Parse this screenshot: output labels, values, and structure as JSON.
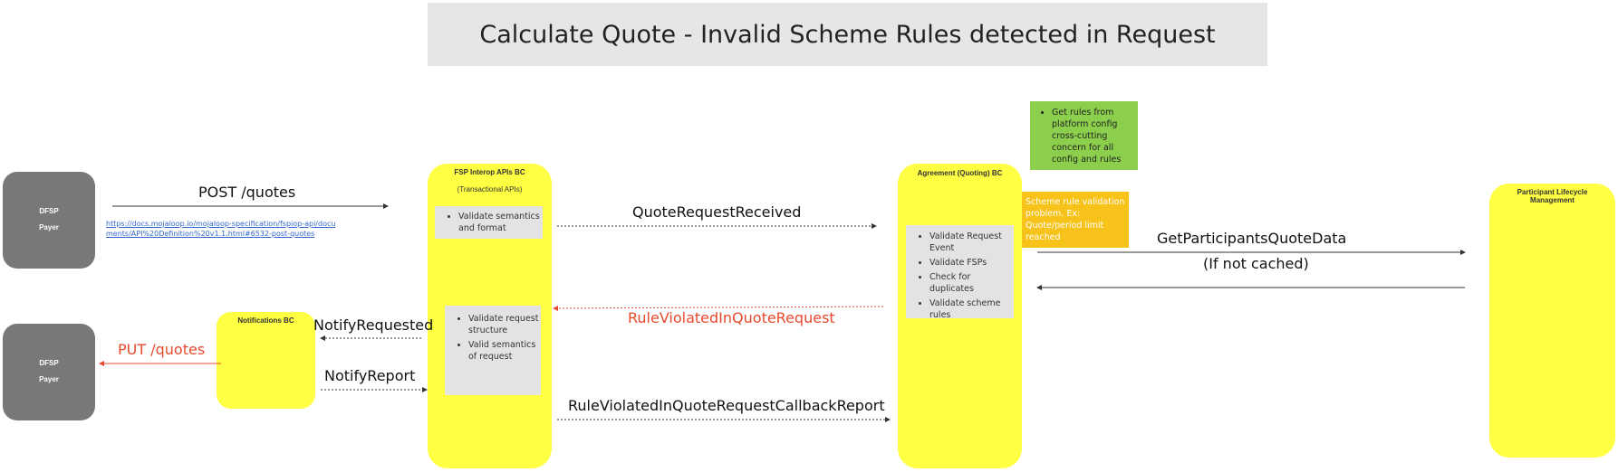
{
  "title": "Calculate Quote - Invalid Scheme Rules detected in Request",
  "actors": {
    "payer_top": {
      "line1": "DFSP",
      "line2": "Payer"
    },
    "payer_bottom": {
      "line1": "DFSP",
      "line2": "Payer"
    }
  },
  "bounded_contexts": {
    "fsp_interop": {
      "title": "FSP Interop APIs BC",
      "subtitle": "(Transactional APIs)"
    },
    "notifications": {
      "title": "Notifications BC"
    },
    "agreement": {
      "title": "Agreement (Quoting) BC"
    },
    "participant": {
      "title": "Participant Lifecycle Management"
    }
  },
  "boxes": {
    "fsp_validate_top": [
      "Validate semantics and format"
    ],
    "fsp_validate_bottom": [
      "Validate request structure",
      "Valid semantics of request"
    ],
    "agreement_validate": [
      "Validate Request Event",
      "Validate FSPs",
      "Check for duplicates",
      "Validate scheme rules"
    ]
  },
  "notes": {
    "green": [
      "Get rules from platform config cross-cutting concern for all config and rules"
    ],
    "orange": "Scheme rule validation problem. Ex: Quote/period limit reached"
  },
  "messages": {
    "post_quotes": "POST /quotes",
    "post_quotes_link": "https://docs.mojaloop.io/mojaloop-specification/fspiop-api/documents/API%20Definition%20v1.1.html#6532-post-quotes",
    "quote_request_received": "QuoteRequestReceived",
    "get_participants": "GetParticipantsQuoteData",
    "if_not_cached": "(If not cached)",
    "rule_violated": "RuleViolatedInQuoteRequest",
    "notify_requested": "NotifyRequested",
    "notify_report": "NotifyReport",
    "put_quotes": "PUT /quotes",
    "callback_report": "RuleViolatedInQuoteRequestCallbackReport"
  },
  "colors": {
    "bc_yellow": "#ffff44",
    "actor_grey": "#787878",
    "error_red": "#e8492e",
    "note_green": "#8ccf4d",
    "note_orange": "#f7c21a"
  }
}
